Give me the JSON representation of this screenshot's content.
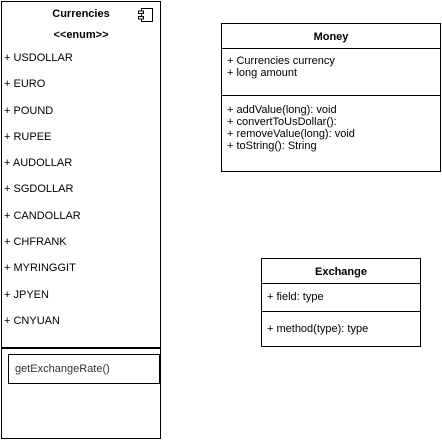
{
  "currencies": {
    "title": "Currencies",
    "stereotype": "<<enum>>",
    "component_icon": "component-icon",
    "literals": [
      "+ USDOLLAR",
      "+ EURO",
      "+ POUND",
      "+ RUPEE",
      "+ AUDOLLAR",
      "+ SGDOLLAR",
      "+ CANDOLLAR",
      "+ CHFRANK",
      "+ MYRINGGIT",
      "+ JPYEN",
      "+ CNYUAN"
    ],
    "method": "getExchangeRate()"
  },
  "money": {
    "title": "Money",
    "attributes": [
      "+ Currencies currency",
      "+ long amount"
    ],
    "operations": [
      "+ addValue(long): void",
      "+ convertToUsDollar():",
      "+ removeValue(long): void",
      "+ toString(): String"
    ]
  },
  "exchange": {
    "title": "Exchange",
    "attributes": [
      "+ field: type"
    ],
    "operations": [
      "+ method(type): type"
    ]
  }
}
